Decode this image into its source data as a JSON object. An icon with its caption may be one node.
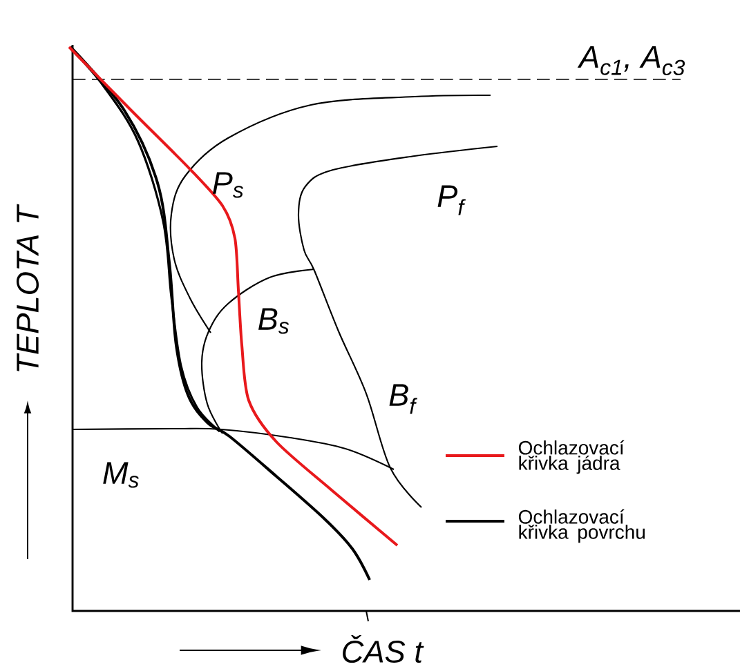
{
  "diagram": {
    "labels": [
      "A$_{c1}$, A$_{c3}$",
      "P$_{s}$",
      "P$_{f}$",
      "B$_{s}$",
      "B$_{f}$",
      "M$_{s}$",
      "TEPLOTA T",
      "ČAS t"
    ],
    "legend": [
      {
        "text": "Ochlazovací křivka jádra"
      },
      {
        "text": "Ochlazovací křivka povrchu"
      }
    ]
  }
}
